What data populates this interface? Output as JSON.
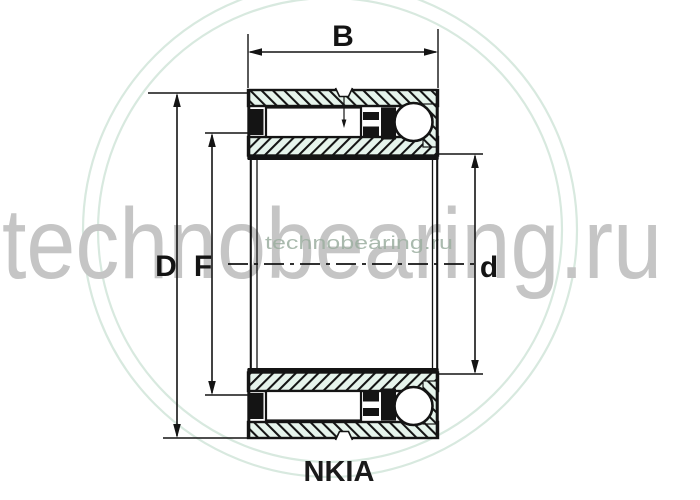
{
  "diagram": {
    "part_label": "NKIA",
    "dimensions": {
      "width_label": "B",
      "outer_diameter_label": "D",
      "inner_raceway_label": "F",
      "bore_diameter_label": "d"
    }
  },
  "watermark": {
    "large_text": "technobearing.ru",
    "small_text": "technobearing.ru"
  },
  "colors": {
    "line": "#141414",
    "hatch_tint": "#e6f4ec",
    "watermark_large": "#c5c5c5",
    "watermark_small": "#9cafa0",
    "watermark_arc": "#d8e9df",
    "background": "#ffffff"
  }
}
